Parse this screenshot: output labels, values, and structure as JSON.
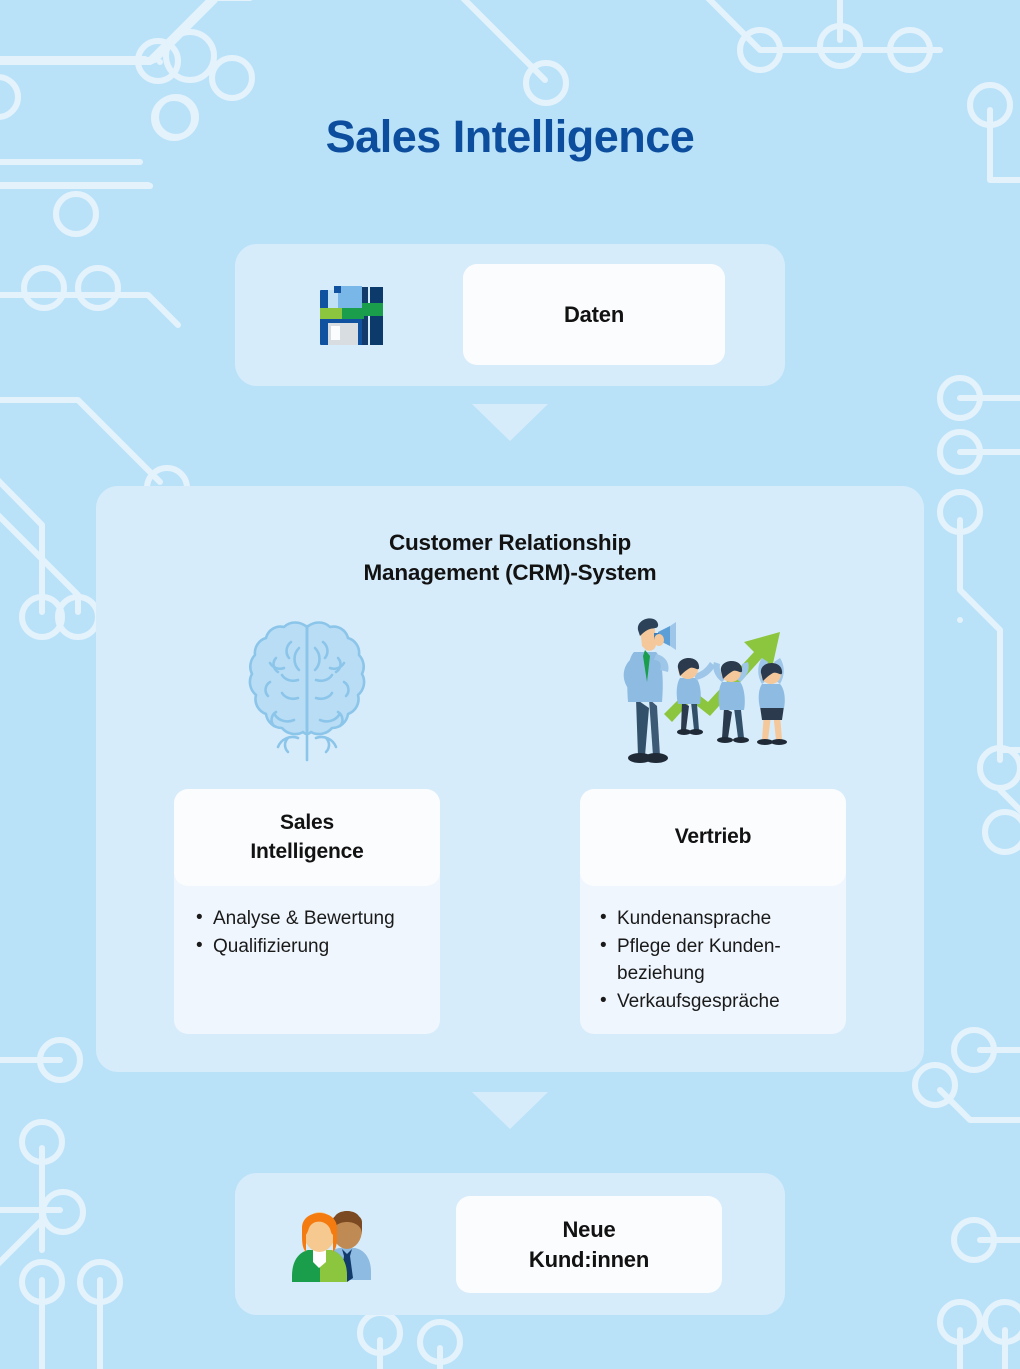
{
  "theme": {
    "background": "#b9e2f9",
    "panel": "#d7ecfa",
    "card": "#fbfcfe",
    "card_body": "#eff6fd",
    "title_color": "#0d4d9e",
    "text_color": "#121212",
    "circuit_trace": "#e4f2fc",
    "accent_green": "#8cc63e",
    "accent_navy": "#123a6b"
  },
  "page_title": "Sales Intelligence",
  "flow": {
    "input": {
      "icon": "database-floppy-icon",
      "label": "Daten"
    },
    "arrow_top": "arrow-down-icon",
    "crm": {
      "title": "Customer Relationship\nManagement (CRM)-System",
      "title_line1": "Customer Relationship",
      "title_line2": "Management (CRM)-System",
      "icons": [
        {
          "name": "brain-icon",
          "belongs_to": "Sales Intelligence"
        },
        {
          "name": "sales-team-growth-illustration",
          "belongs_to": "Vertrieb"
        }
      ],
      "cards": [
        {
          "id": "sales-intelligence",
          "heading_line1": "Sales",
          "heading_line2": "Intelligence",
          "items": [
            "Analyse & Bewertung",
            "Qualifizierung"
          ]
        },
        {
          "id": "vertrieb",
          "heading_line1": "Vertrieb",
          "heading_line2": "",
          "items": [
            "Kundenansprache",
            "Pflege der Kunden-beziehung",
            "Verkaufsgespräche"
          ]
        }
      ]
    },
    "arrow_bottom": "arrow-down-icon",
    "output": {
      "icon": "two-users-icon",
      "label_line1": "Neue",
      "label_line2": "Kund:innen"
    }
  }
}
